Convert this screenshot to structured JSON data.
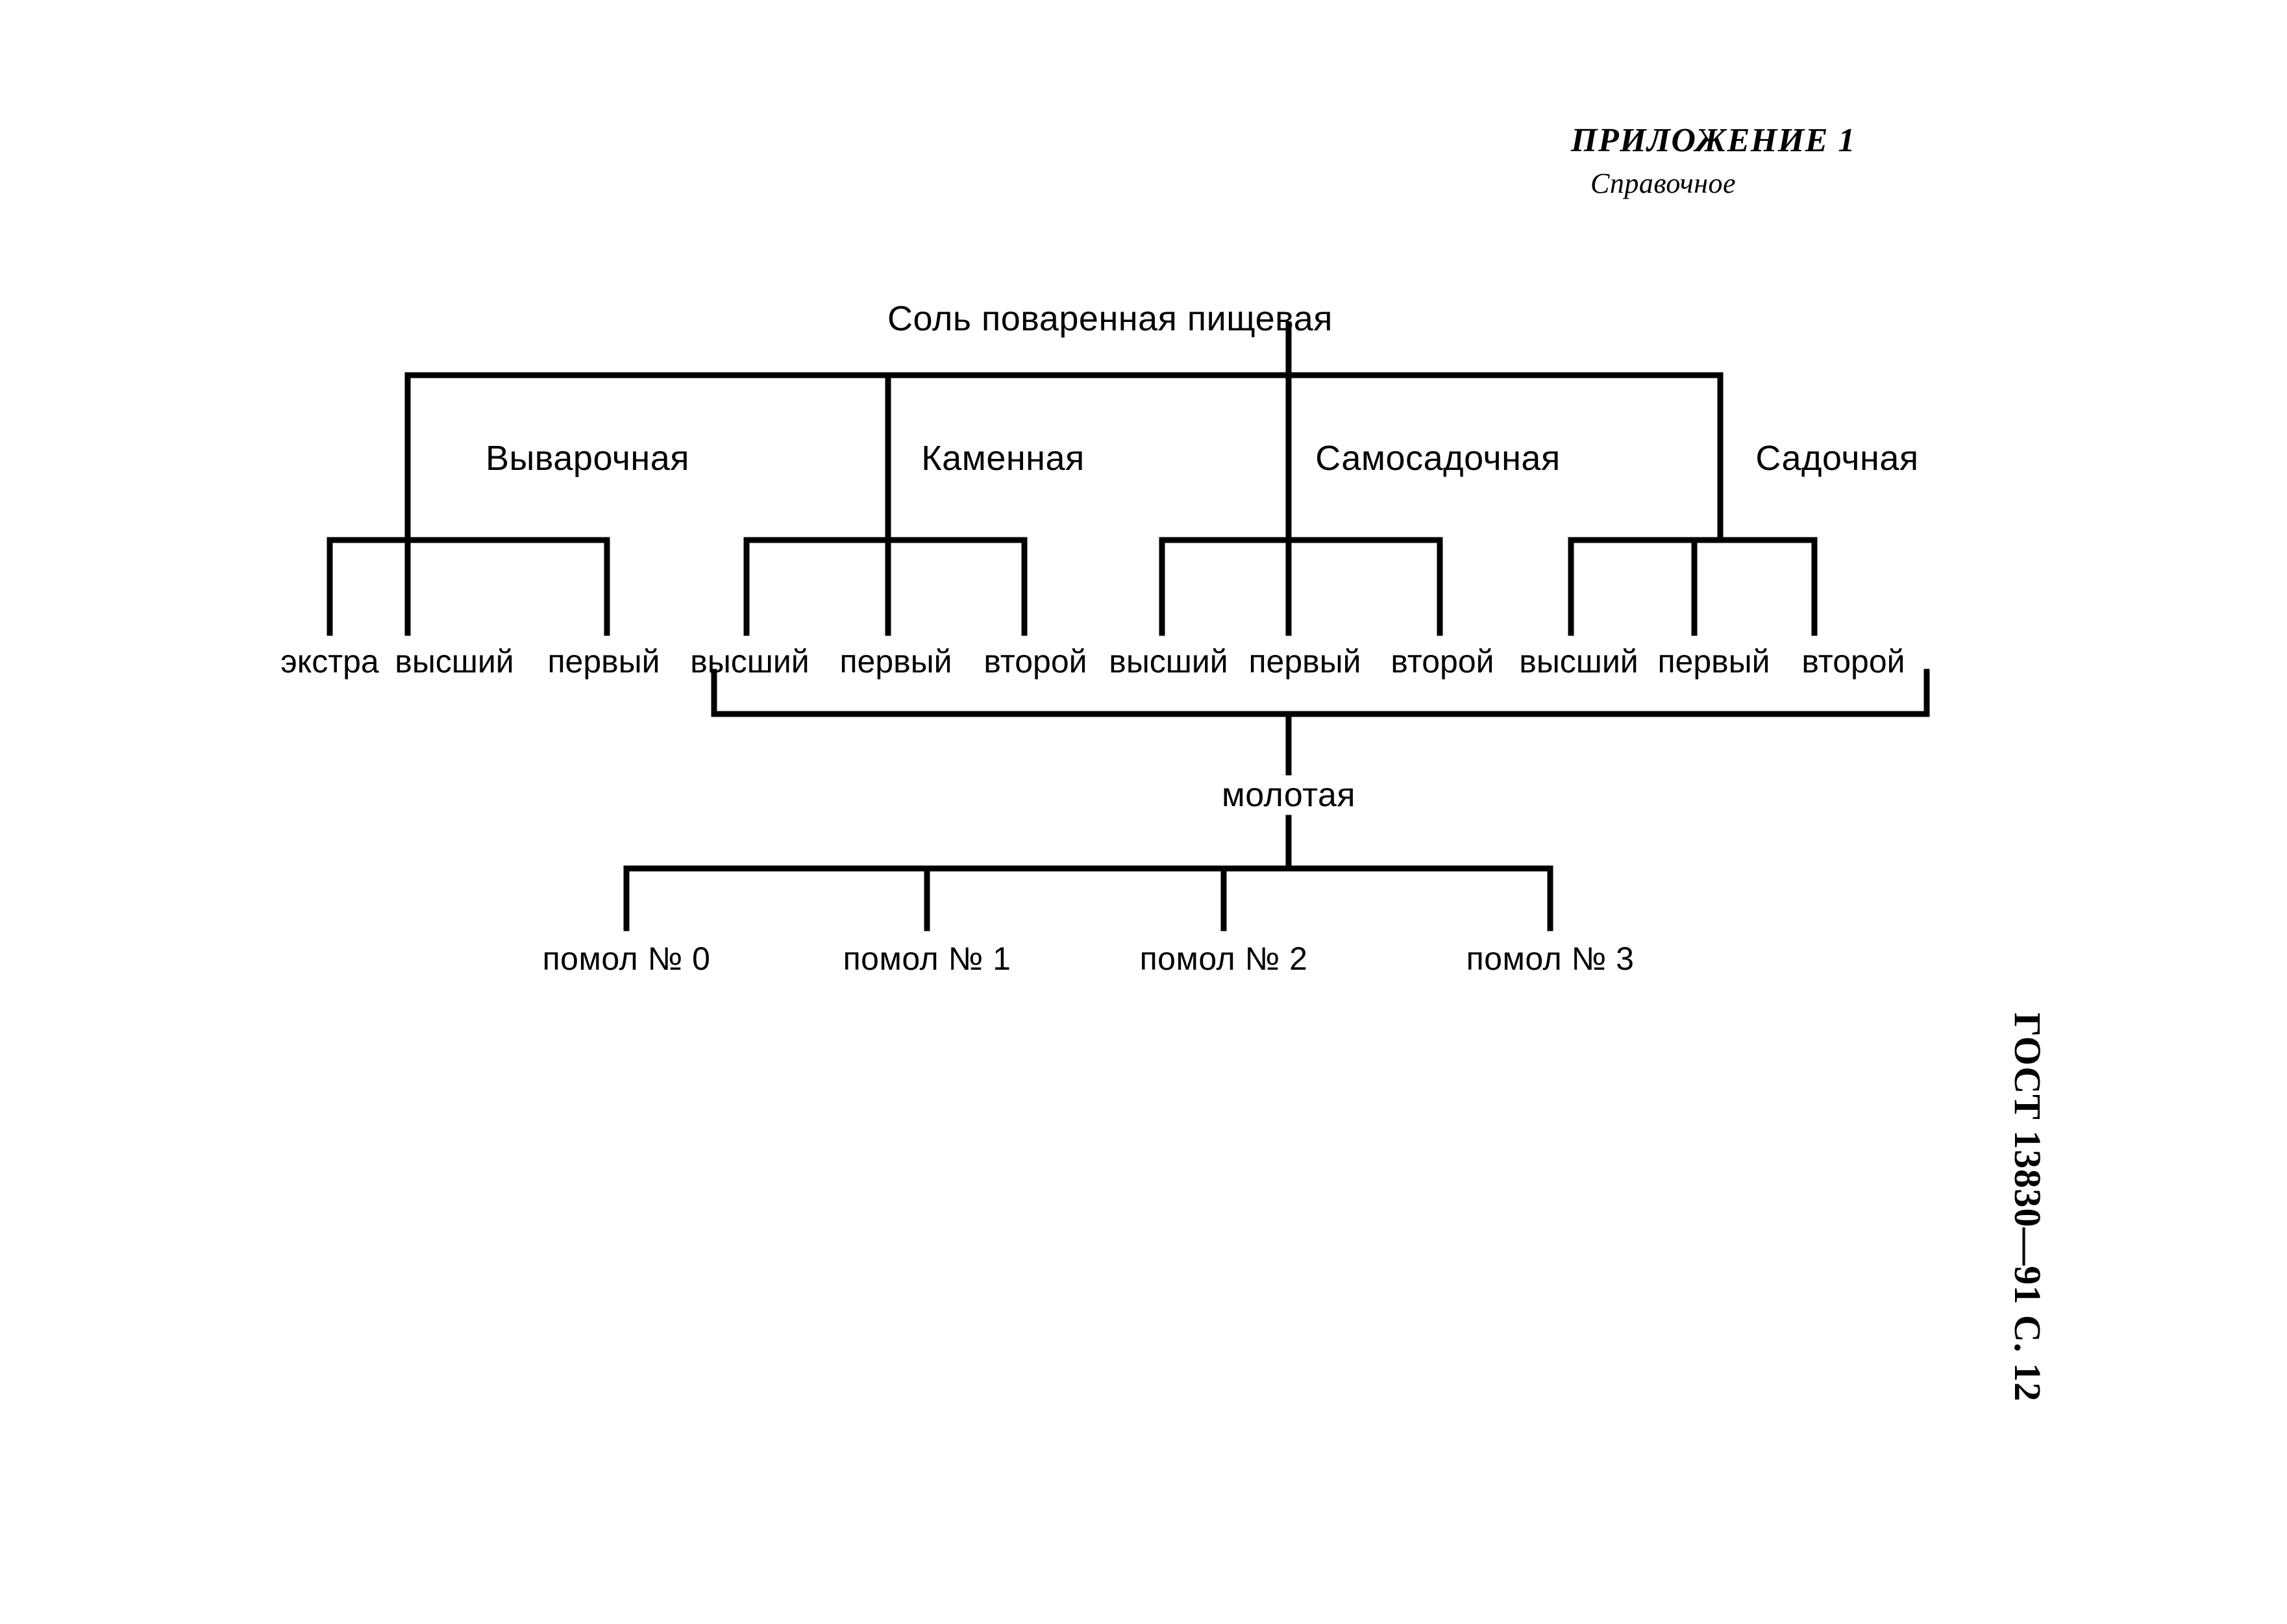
{
  "header": {
    "annex_title": "ПРИЛОЖЕНИЕ 1",
    "annex_subtitle": "Справочное"
  },
  "side": {
    "standard_ref": "ГОСТ 13830—91 С. 12"
  },
  "diagram": {
    "root": "Соль поваренная пищевая",
    "types": [
      {
        "label": "Выварочная"
      },
      {
        "label": "Каменная"
      },
      {
        "label": "Самосадочная"
      },
      {
        "label": "Садочная"
      }
    ],
    "grades": [
      {
        "label": "экстра"
      },
      {
        "label": "высший"
      },
      {
        "label": "первый"
      },
      {
        "label": "высший"
      },
      {
        "label": "первый"
      },
      {
        "label": "второй"
      },
      {
        "label": "высший"
      },
      {
        "label": "первый"
      },
      {
        "label": "второй"
      },
      {
        "label": "высший"
      },
      {
        "label": "первый"
      },
      {
        "label": "второй"
      }
    ],
    "ground": "молотая",
    "grinds": [
      {
        "label": "помол № 0"
      },
      {
        "label": "помол № 1"
      },
      {
        "label": "помол № 2"
      },
      {
        "label": "помол № 3"
      }
    ]
  },
  "chart_data": {
    "type": "tree-diagram",
    "title": "Соль поваренная пищевая",
    "levels": [
      {
        "level": 0,
        "name": "product",
        "nodes": [
          "Соль поваренная пищевая"
        ]
      },
      {
        "level": 1,
        "name": "type",
        "nodes": [
          "Выварочная",
          "Каменная",
          "Самосадочная",
          "Садочная"
        ]
      },
      {
        "level": 2,
        "name": "grade",
        "groups": [
          {
            "parent": "Выварочная",
            "nodes": [
              "экстра",
              "высший",
              "первый"
            ]
          },
          {
            "parent": "Каменная",
            "nodes": [
              "высший",
              "первый",
              "второй"
            ]
          },
          {
            "parent": "Самосадочная",
            "nodes": [
              "высший",
              "первый",
              "второй"
            ]
          },
          {
            "parent": "Садочная",
            "nodes": [
              "высший",
              "первый",
              "второй"
            ]
          }
        ]
      },
      {
        "level": 3,
        "name": "grinding",
        "nodes": [
          "молотая"
        ],
        "collects_from": [
          "Каменная",
          "Самосадочная",
          "Садочная"
        ]
      },
      {
        "level": 4,
        "name": "grind-number",
        "nodes": [
          "помол № 0",
          "помол № 1",
          "помол № 2",
          "помол № 3"
        ]
      }
    ],
    "line_color": "#000000",
    "background": "#ffffff"
  }
}
